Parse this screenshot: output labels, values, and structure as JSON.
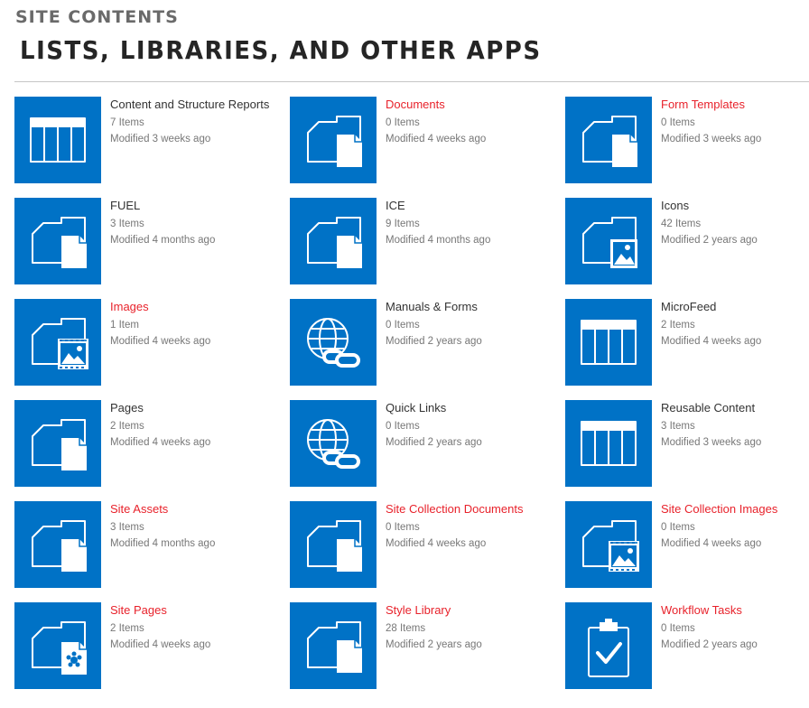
{
  "header": {
    "breadcrumb": "SITE CONTENTS",
    "title": "LISTS, LIBRARIES, AND OTHER APPS"
  },
  "colors": {
    "tile_bg": "#0072c6",
    "new_item": "#e8222b",
    "text": "#333333",
    "meta": "#777777"
  },
  "apps": [
    {
      "name": "Content and Structure Reports",
      "count": "7 Items",
      "modified": "Modified 3 weeks ago",
      "icon": "list-icon",
      "new": false
    },
    {
      "name": "Documents",
      "count": "0 Items",
      "modified": "Modified 4 weeks ago",
      "icon": "document-library-icon",
      "new": true
    },
    {
      "name": "Form Templates",
      "count": "0 Items",
      "modified": "Modified 3 weeks ago",
      "icon": "document-library-icon",
      "new": true
    },
    {
      "name": "FUEL",
      "count": "3 Items",
      "modified": "Modified 4 months ago",
      "icon": "document-library-icon",
      "new": false
    },
    {
      "name": "ICE",
      "count": "9 Items",
      "modified": "Modified 4 months ago",
      "icon": "document-library-icon",
      "new": false
    },
    {
      "name": "Icons",
      "count": "42 Items",
      "modified": "Modified 2 years ago",
      "icon": "picture-library-icon",
      "new": false
    },
    {
      "name": "Images",
      "count": "1 Item",
      "modified": "Modified 4 weeks ago",
      "icon": "image-library-icon",
      "new": true
    },
    {
      "name": "Manuals & Forms",
      "count": "0 Items",
      "modified": "Modified 2 years ago",
      "icon": "links-icon",
      "new": false
    },
    {
      "name": "MicroFeed",
      "count": "2 Items",
      "modified": "Modified 4 weeks ago",
      "icon": "list-icon",
      "new": false
    },
    {
      "name": "Pages",
      "count": "2 Items",
      "modified": "Modified 4 weeks ago",
      "icon": "document-library-icon",
      "new": false
    },
    {
      "name": "Quick Links",
      "count": "0 Items",
      "modified": "Modified 2 years ago",
      "icon": "links-icon",
      "new": false
    },
    {
      "name": "Reusable Content",
      "count": "3 Items",
      "modified": "Modified 3 weeks ago",
      "icon": "list-icon",
      "new": false
    },
    {
      "name": "Site Assets",
      "count": "3 Items",
      "modified": "Modified 4 months ago",
      "icon": "document-library-icon",
      "new": true
    },
    {
      "name": "Site Collection Documents",
      "count": "0 Items",
      "modified": "Modified 4 weeks ago",
      "icon": "document-library-icon",
      "new": true
    },
    {
      "name": "Site Collection Images",
      "count": "0 Items",
      "modified": "Modified 4 weeks ago",
      "icon": "image-library-icon",
      "new": true
    },
    {
      "name": "Site Pages",
      "count": "2 Items",
      "modified": "Modified 4 weeks ago",
      "icon": "wiki-pages-icon",
      "new": true
    },
    {
      "name": "Style Library",
      "count": "28 Items",
      "modified": "Modified 2 years ago",
      "icon": "document-library-icon",
      "new": true
    },
    {
      "name": "Workflow Tasks",
      "count": "0 Items",
      "modified": "Modified 2 years ago",
      "icon": "tasks-icon",
      "new": true
    }
  ]
}
